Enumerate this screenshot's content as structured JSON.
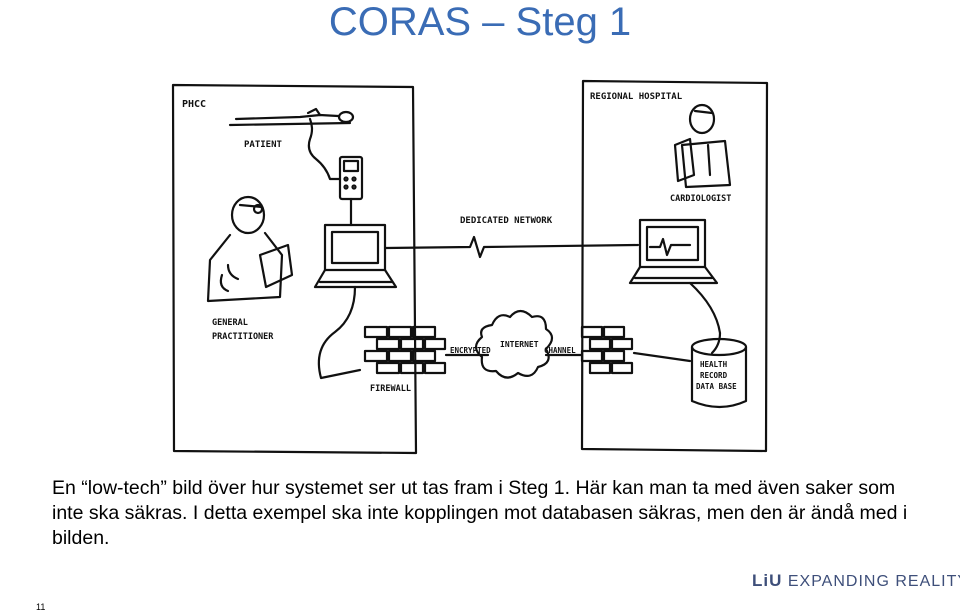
{
  "slide": {
    "title": "CORAS – Steg 1",
    "body": "En “low-tech” bild över hur systemet ser ut tas fram i Steg 1. Här kan man ta med även saker som inte ska säkras. I detta exempel ska inte kopplingen mot databasen säkras, men den är ändå med i bilden.",
    "page_number": "11",
    "logo_mark": "LiU",
    "logo_text": "EXPANDING REALITY"
  },
  "sketch": {
    "labels": {
      "phcc": "PHCC",
      "regional_hospital": "REGIONAL HOSPITAL",
      "patient": "PATIENT",
      "cardiologist": "CARDIOLOGIST",
      "dedicated_network": "DEDICATED NETWORK",
      "general": "GENERAL",
      "practitioner": "PRACTITIONER",
      "encrypted": "ENCRYPTED",
      "internet": "INTERNET",
      "channel": "CHANNEL",
      "firewall": "FIREWALL",
      "health": "HEALTH",
      "record": "RECORD",
      "database": "DATA BASE"
    }
  }
}
